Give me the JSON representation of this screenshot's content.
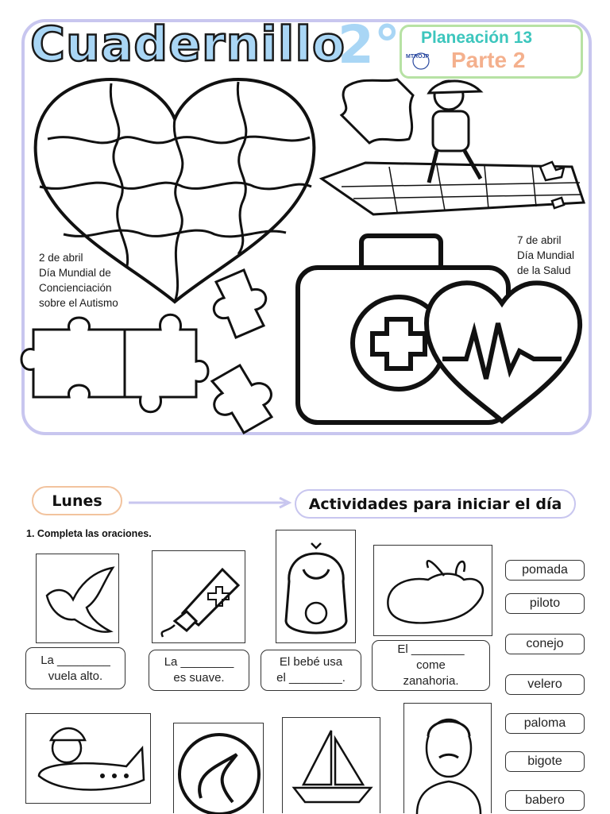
{
  "header": {
    "title": "Cuadernillo",
    "grade": "2°",
    "plan_title": "Planeación 13",
    "plan_part": "Parte 2",
    "logo_text": "MTROJP"
  },
  "events": {
    "autism": {
      "date": "2 de abril",
      "line1": "Día Mundial de",
      "line2": "Concienciación",
      "line3": "sobre el Autismo"
    },
    "health": {
      "date": "7 de abril",
      "line1": "Día Mundial",
      "line2": "de la Salud"
    }
  },
  "day": "Lunes",
  "section_title": "Actividades para iniciar el día",
  "instruction": "1. Completa las oraciones.",
  "sentences": [
    "La ________\nvuela alto.",
    "La ________\nes suave.",
    "El bebé usa\nel ________.",
    "El ________\ncome\nzanahoria."
  ],
  "word_bank": [
    "pomada",
    "piloto",
    "conejo",
    "velero",
    "paloma",
    "bigote",
    "babero"
  ],
  "icons": [
    "puzzle-heart-icon",
    "boy-puzzle-icon",
    "first-aid-kit-icon",
    "dove-icon",
    "ointment-tube-icon",
    "bib-icon",
    "rabbit-icon",
    "pilot-plane-icon",
    "sailboat-icon",
    "man-mustache-icon"
  ]
}
